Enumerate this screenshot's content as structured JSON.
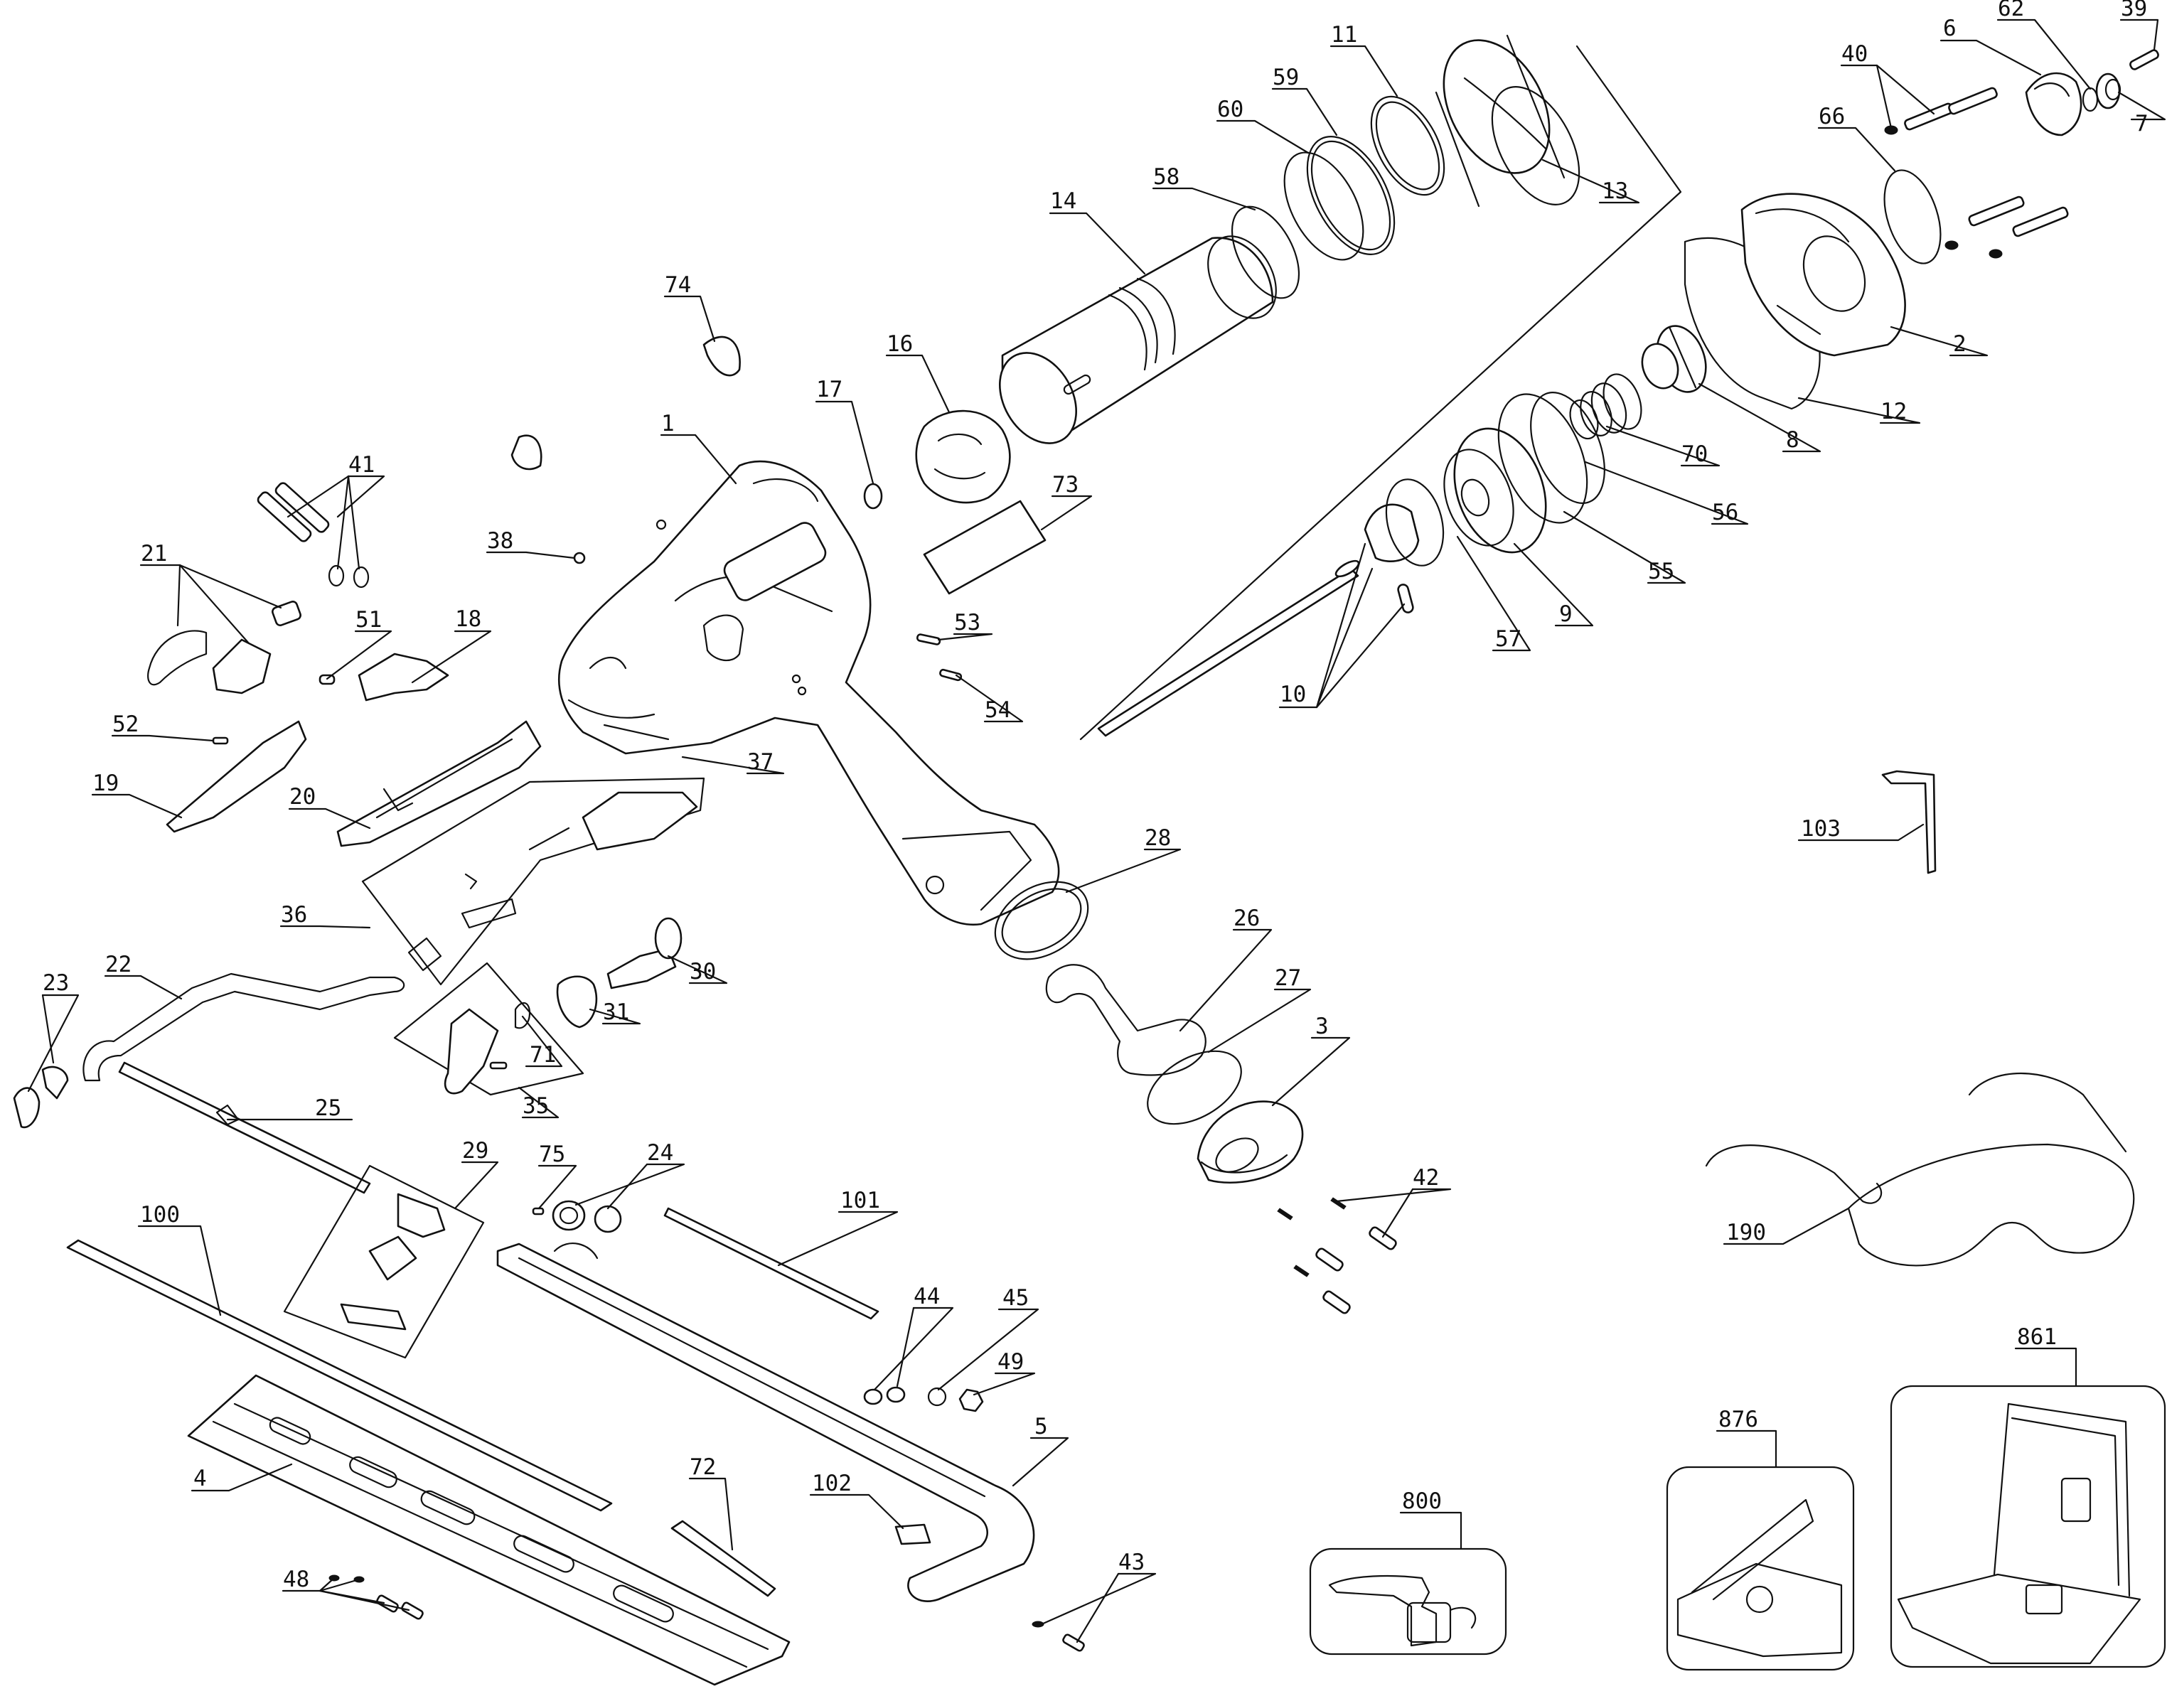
{
  "diagram": {
    "type": "exploded parts diagram",
    "callouts": [
      "1",
      "2",
      "3",
      "4",
      "5",
      "6",
      "7",
      "8",
      "9",
      "10",
      "11",
      "12",
      "13",
      "14",
      "16",
      "17",
      "18",
      "19",
      "20",
      "21",
      "22",
      "23",
      "24",
      "25",
      "26",
      "27",
      "28",
      "29",
      "30",
      "31",
      "35",
      "36",
      "37",
      "38",
      "39",
      "40",
      "41",
      "42",
      "43",
      "44",
      "45",
      "48",
      "49",
      "51",
      "52",
      "53",
      "54",
      "55",
      "56",
      "57",
      "58",
      "59",
      "60",
      "62",
      "66",
      "70",
      "71",
      "72",
      "73",
      "74",
      "75",
      "100",
      "101",
      "102",
      "103",
      "190",
      "800",
      "861",
      "876"
    ]
  }
}
